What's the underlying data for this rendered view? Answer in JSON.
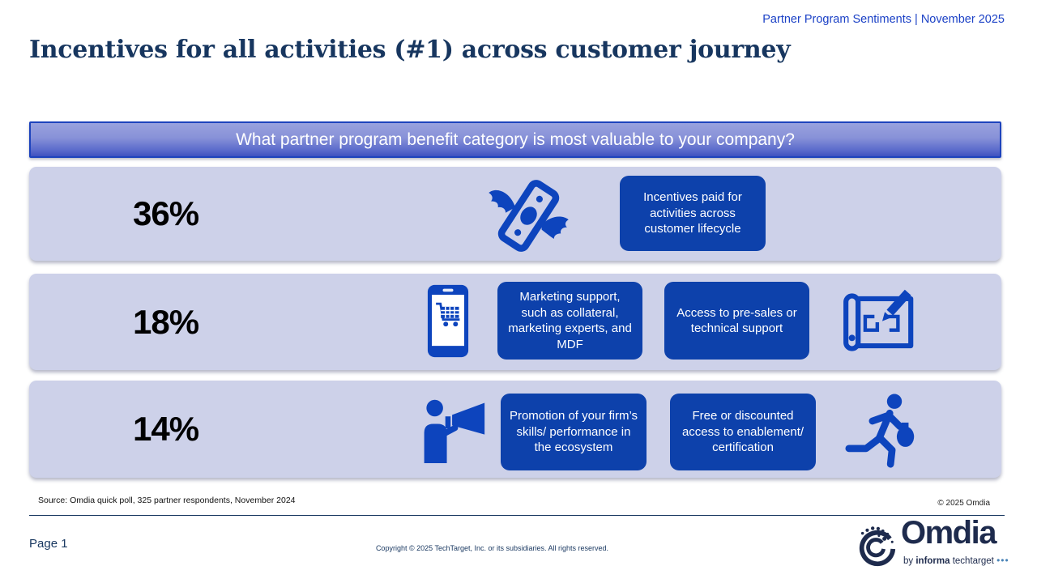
{
  "header": {
    "eyebrow": "Partner Program Sentiments | November 2025",
    "title": "Incentives for all activities (#1) across customer journey"
  },
  "banner": {
    "question": "What partner program benefit category is most valuable to your company?"
  },
  "chart_data": {
    "type": "bar",
    "title": "What partner program benefit category is most valuable to your company?",
    "categories": [
      "Incentives paid for activities across customer lifecycle",
      "Marketing support, such as collateral, marketing experts, and MDF",
      "Access to pre-sales or technical support",
      "Promotion of your firm’s skills/performance in the ecosystem",
      "Free or discounted access to enablement/certification"
    ],
    "values": [
      36,
      18,
      18,
      14,
      14
    ],
    "unit": "%",
    "layout": "three horizontal result rows; 18% row and 14% row each show two tied categories"
  },
  "rows": [
    {
      "percent": "36%",
      "icons": [
        "flying-money-icon"
      ],
      "labels": [
        "Incentives paid for activities across customer lifecycle"
      ]
    },
    {
      "percent": "18%",
      "icons": [
        "mobile-shopping-cart-icon",
        "blueprint-pencil-icon"
      ],
      "labels": [
        "Marketing support, such as collateral, marketing experts, and MDF",
        "Access to pre-sales or technical support"
      ]
    },
    {
      "percent": "14%",
      "icons": [
        "megaphone-person-icon",
        "running-person-money-bag-icon"
      ],
      "labels": [
        "Promotion of your firm’s skills/ performance in the ecosystem",
        "Free or discounted access to enablement/ certification"
      ]
    }
  ],
  "footer": {
    "source": "Source: Omdia quick poll, 325 partner respondents, November 2024",
    "copyright_right": "© 2025 Omdia",
    "page_label": "Page 1",
    "copyright_center": "Copyright © 2025 TechTarget, Inc. or its subsidiaries. All rights reserved.",
    "logo_text": "Omdia",
    "logo_byline_by": "by ",
    "logo_byline_informa": "informa",
    "logo_byline_rest": " techtarget ",
    "logo_byline_dots": "•••"
  },
  "colors": {
    "accent_blue": "#1b41c6",
    "dark_navy": "#17365f",
    "bubble_blue": "#0d41ab",
    "icon_blue": "#0d44bd",
    "row_bg": "#cdd1e9",
    "banner_top": "#99a2de",
    "banner_bottom": "#3f51c0",
    "logo_navy": "#1e2b4d"
  }
}
